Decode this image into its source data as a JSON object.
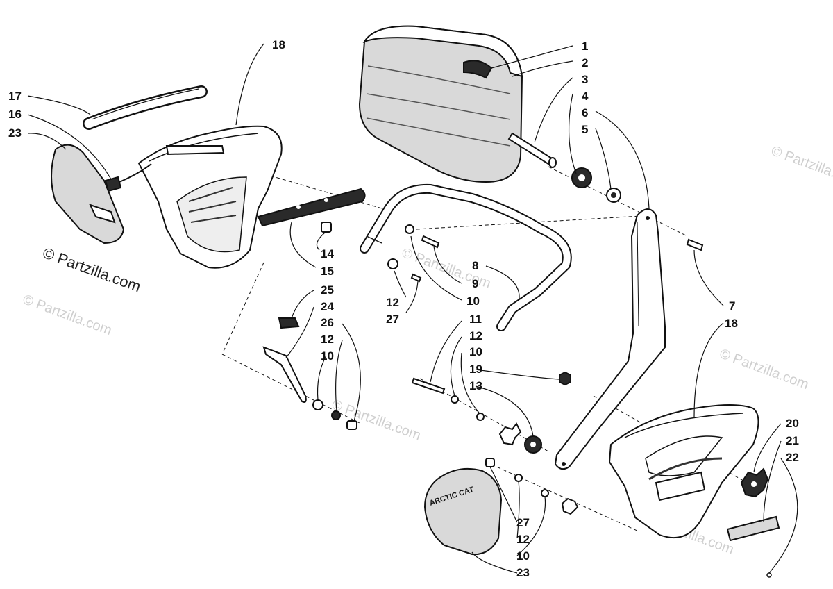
{
  "watermarks": {
    "small": "© Partzilla.com",
    "main": "© Partzilla.com"
  },
  "badge": {
    "brand": "ARCTIC CAT"
  },
  "callouts": {
    "c1": "1",
    "c2": "2",
    "c3": "3",
    "c4": "4",
    "c6": "6",
    "c5": "5",
    "c18a": "18",
    "c17": "17",
    "c16": "16",
    "c23a": "23",
    "c14": "14",
    "c15": "15",
    "c8": "8",
    "c9": "9",
    "c10a": "10",
    "c12a": "12",
    "c27a": "27",
    "c25": "25",
    "c24": "24",
    "c26": "26",
    "c12b": "12",
    "c10b": "10",
    "c11": "11",
    "c12c": "12",
    "c10c": "10",
    "c19": "19",
    "c13": "13",
    "c7": "7",
    "c18b": "18",
    "c20": "20",
    "c21": "21",
    "c22": "22",
    "c27b": "27",
    "c12d": "12",
    "c10d": "10",
    "c23b": "23"
  }
}
